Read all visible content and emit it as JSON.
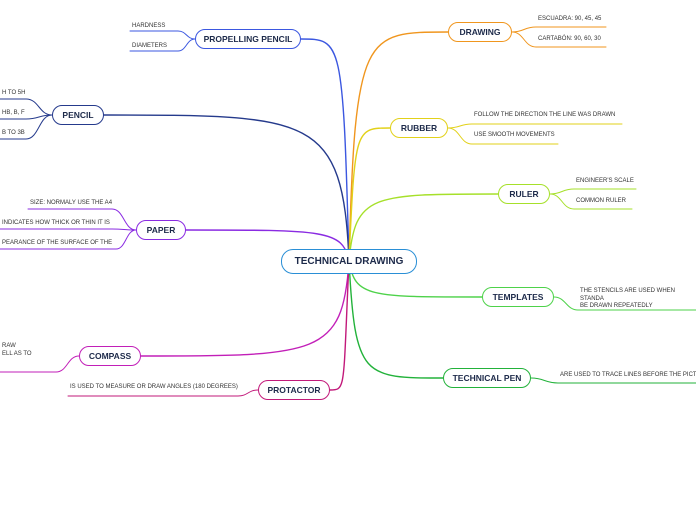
{
  "central": {
    "label": "TECHNICAL DRAWING",
    "color": "#2a8fd6"
  },
  "branches": [
    {
      "id": "propelling-pencil",
      "label": "PROPELLING PENCIL",
      "color": "#3b57e0",
      "leaves": [
        "HARDNESS",
        "DIAMETERS"
      ]
    },
    {
      "id": "pencil",
      "label": "PENCIL",
      "color": "#253a8c",
      "leaves": [
        "H TO 5H",
        "HB, B, F",
        "B TO 3B"
      ]
    },
    {
      "id": "paper",
      "label": "PAPER",
      "color": "#8a2be2",
      "leaves": [
        "SIZE: NORMALY USE THE A4",
        "INDICATES HOW THICK OR THIN IT IS",
        "PEARANCE OF THE SURFACE OF THE"
      ]
    },
    {
      "id": "compass",
      "label": "COMPASS",
      "color": "#c21fb8",
      "leaves": [
        "RAW\nELL AS TO"
      ]
    },
    {
      "id": "protractor",
      "label": "PROTACTOR",
      "color": "#c2197a",
      "leaves": [
        "IS USED TO MEASURE OR DRAW ANGLES (180 DEGREES)"
      ]
    },
    {
      "id": "drawing",
      "label": "DRAWING",
      "color": "#f0961e",
      "leaves": [
        "ESCUADRA: 90, 45, 45",
        "CARTABÓN: 90, 60, 30"
      ]
    },
    {
      "id": "rubber",
      "label": "RUBBER",
      "color": "#e2d11a",
      "leaves": [
        "FOLLOW THE DIRECTION THE LINE WAS DRAWN",
        "USE SMOOTH MOVEMENTS"
      ]
    },
    {
      "id": "ruler",
      "label": "RULER",
      "color": "#a6e02a",
      "leaves": [
        "ENGINEER'S SCALE",
        "COMMON RULER"
      ]
    },
    {
      "id": "templates",
      "label": "TEMPLATES",
      "color": "#4ed24a",
      "leaves": [
        "THE STENCILS ARE USED WHEN STANDA\nBE DRAWN REPEATEDLY"
      ]
    },
    {
      "id": "technical-pen",
      "label": "TECHNICAL PEN",
      "color": "#22b23a",
      "leaves": [
        "ARE USED TO TRACE LINES BEFORE THE PICTUR"
      ]
    }
  ]
}
